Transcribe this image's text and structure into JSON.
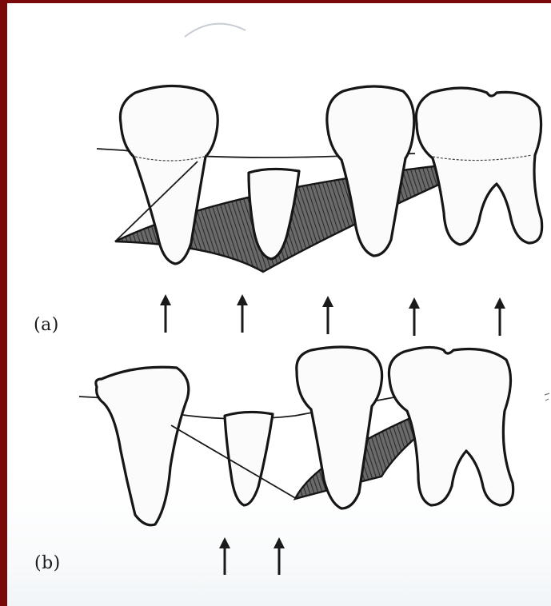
{
  "panels": [
    {
      "label": "(a)"
    },
    {
      "label": "(b)"
    }
  ],
  "colors": {
    "frame": "#7a0a0a",
    "ink": "#161616",
    "paper": "#ffffff"
  },
  "icons": [
    "tooth",
    "occlusal-force-arrow"
  ]
}
